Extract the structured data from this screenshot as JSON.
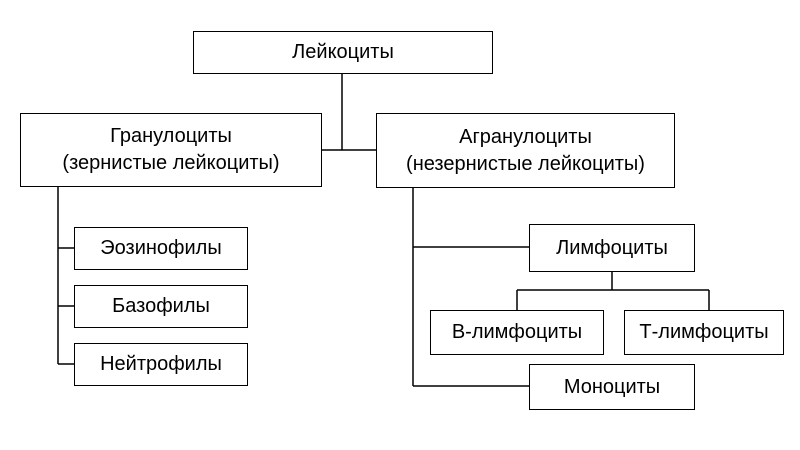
{
  "root": {
    "label": "Лейкоциты"
  },
  "granulocytes": {
    "line1": "Гранулоциты",
    "line2": "(зернистые лейкоциты)",
    "children": [
      "Эозинофилы",
      "Базофилы",
      "Нейтрофилы"
    ]
  },
  "agranulocytes": {
    "line1": "Агранулоциты",
    "line2": "(незернистые лейкоциты)",
    "lymphocytes": "Лимфоциты",
    "lymphocyte_types": [
      "В-лимфоциты",
      "Т-лимфоциты"
    ],
    "monocytes": "Моноциты"
  },
  "colors": {
    "line": "#000000",
    "box_border": "#000000",
    "background": "#ffffff"
  }
}
